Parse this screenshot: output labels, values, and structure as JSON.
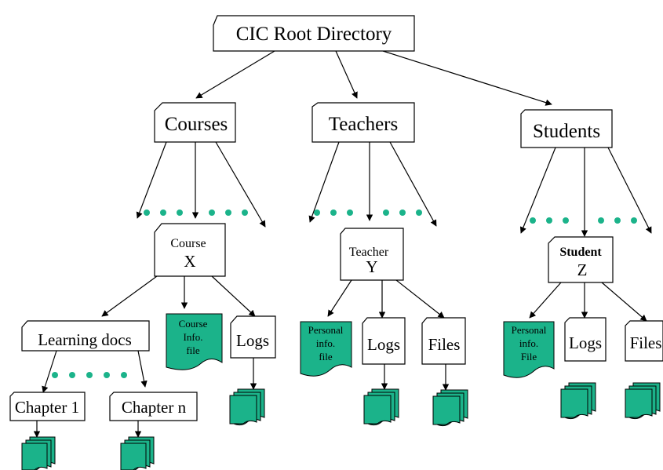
{
  "nodes": {
    "root": "CIC Root Directory",
    "courses": "Courses",
    "teachers": "Teachers",
    "students": "Students",
    "course_x": [
      "Course",
      "X"
    ],
    "teacher_y": [
      "Teacher",
      "Y"
    ],
    "student_z": [
      "Student",
      "Z"
    ],
    "learning_docs": "Learning docs",
    "course_info_file": [
      "Course",
      "Info.",
      "file"
    ],
    "course_logs": "Logs",
    "teacher_personal_file": [
      "Personal",
      "info.",
      "file"
    ],
    "teacher_logs": "Logs",
    "teacher_files": "Files",
    "student_personal_file": [
      "Personal",
      "info.",
      "File"
    ],
    "student_logs": "Logs",
    "student_files": "Files",
    "chapter_1": "Chapter 1",
    "chapter_n": "Chapter n"
  },
  "colors": {
    "file_fill": "#1bb38a",
    "dot_fill": "#1bb38a",
    "line": "#000000"
  }
}
